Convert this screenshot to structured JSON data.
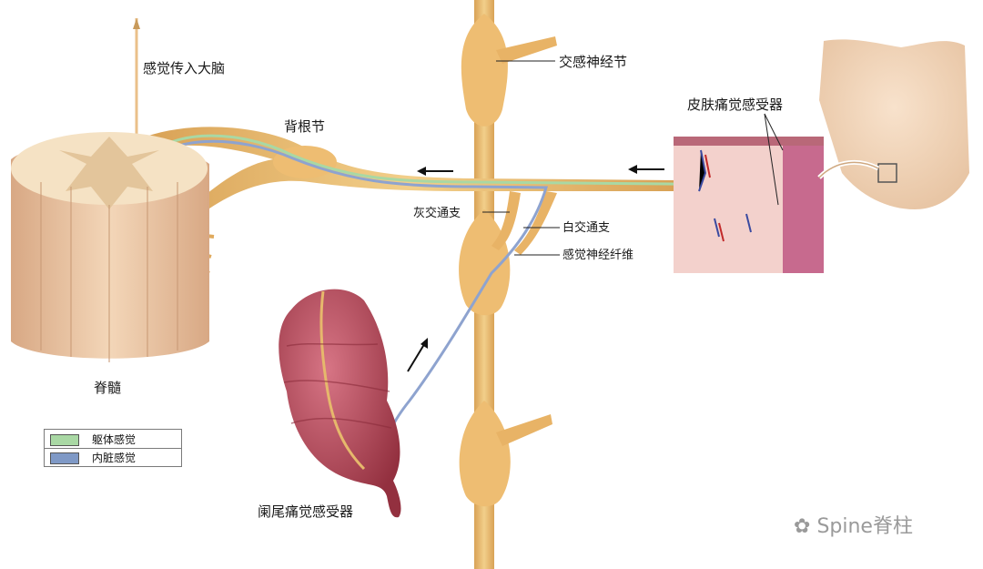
{
  "labels": {
    "to_brain": "感觉传入大脑",
    "dorsal_root_ganglion": "背根节",
    "sympathetic_ganglion": "交感神经节",
    "skin_pain_receptor": "皮肤痛觉感受器",
    "gray_ramus": "灰交通支",
    "white_ramus": "白交通支",
    "sensory_fiber": "感觉神经纤维",
    "spinal_cord": "脊髓",
    "appendix_receptor": "阑尾痛觉感受器"
  },
  "legend": {
    "items": [
      {
        "label": "躯体感觉",
        "color": "#a9d8a4"
      },
      {
        "label": "内脏感觉",
        "color": "#7f99c6"
      }
    ]
  },
  "watermark": "Spine脊柱",
  "colors": {
    "nerve": "#e6b86c",
    "somatic_fiber": "#a9d8a4",
    "visceral_fiber": "#8ea3cf",
    "spinal_cord": "#ecc9a6",
    "appendix": "#b4475a",
    "skin": "#f0c6c6"
  }
}
